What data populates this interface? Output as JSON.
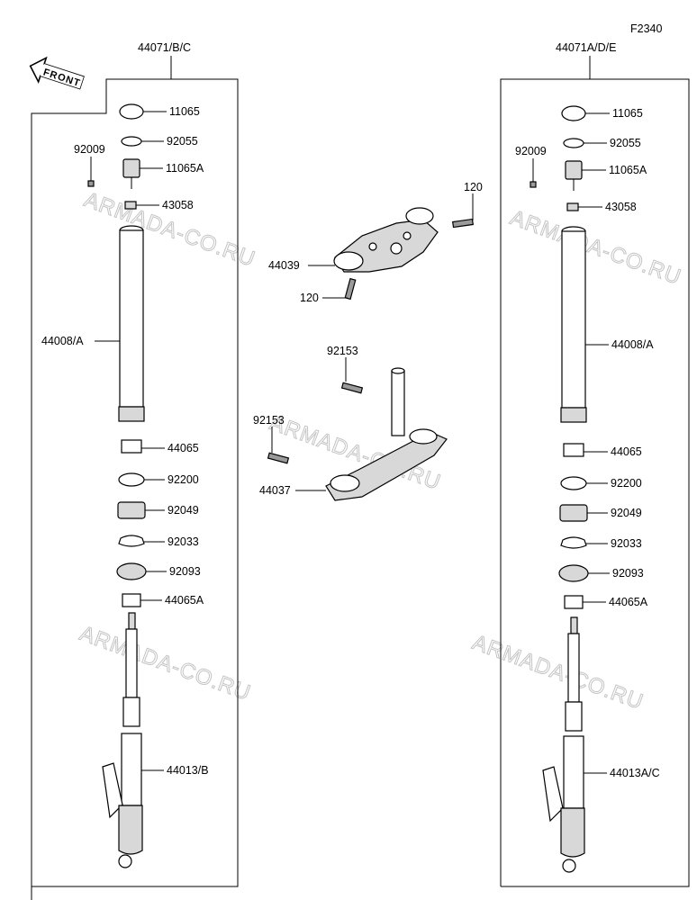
{
  "figure_code": "F2340",
  "front_badge": "FRONT",
  "watermark": "ARMADA-CO.RU",
  "left_fork": {
    "assembly": "44071/B/C",
    "parts": {
      "cap": "11065",
      "oring": "92055",
      "adjuster": "11065A",
      "screw": "92009",
      "nut": "43058",
      "tube": "44008/A",
      "bush_upper": "44065",
      "washer": "92200",
      "oil_seal": "92049",
      "clip": "92033",
      "dust_seal": "92093",
      "bush_lower": "44065A",
      "outer_tube": "44013/B"
    }
  },
  "right_fork": {
    "assembly": "44071A/D/E",
    "parts": {
      "cap": "11065",
      "oring": "92055",
      "adjuster": "11065A",
      "screw": "92009",
      "nut": "43058",
      "tube": "44008/A",
      "bush_upper": "44065",
      "washer": "92200",
      "oil_seal": "92049",
      "clip": "92033",
      "dust_seal": "92093",
      "bush_lower": "44065A",
      "outer_tube": "44013A/C"
    }
  },
  "center": {
    "bolt_top_a": "120",
    "upper_bracket": "44039",
    "bolt_top_b": "120",
    "bolt_stem_a": "92153",
    "bolt_stem_b": "92153",
    "stem_bracket": "44037"
  }
}
